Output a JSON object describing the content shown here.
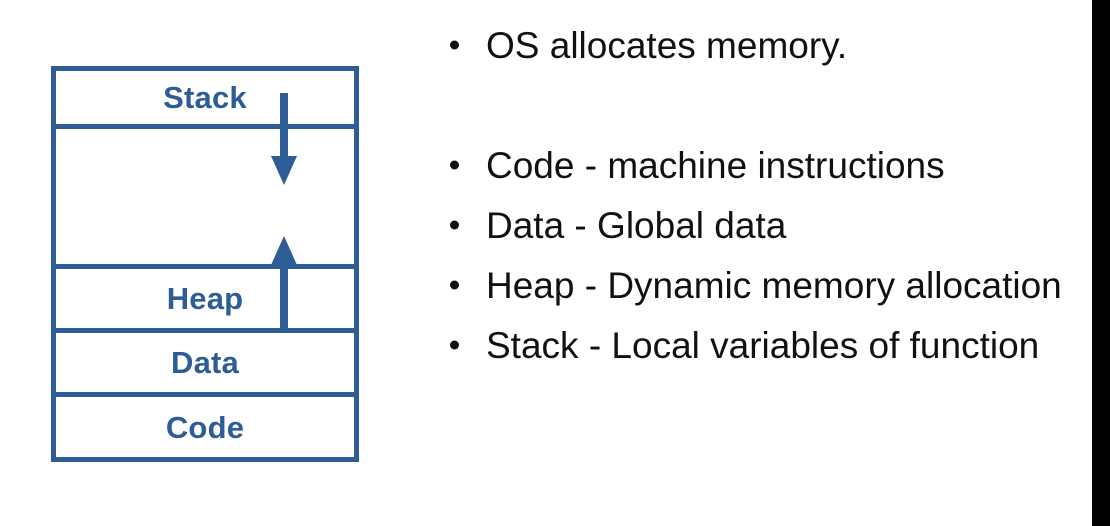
{
  "slide": {
    "background_color": "#ffffff",
    "accent_color": "#2d5c96",
    "text_color": "#111111",
    "edge_bar_color": "#000000"
  },
  "diagram": {
    "name": "process-memory-layout",
    "segments": [
      {
        "id": "stack",
        "label": "Stack"
      },
      {
        "id": "free",
        "label": ""
      },
      {
        "id": "heap",
        "label": "Heap"
      },
      {
        "id": "data",
        "label": "Data"
      },
      {
        "id": "code",
        "label": "Code"
      }
    ],
    "arrows": [
      {
        "id": "stack-grows-down",
        "direction": "down"
      },
      {
        "id": "heap-grows-up",
        "direction": "up"
      }
    ]
  },
  "bullets": [
    {
      "text": "OS allocates memory.",
      "gap_below": true
    },
    {
      "text": "Code - machine instructions",
      "gap_below": false
    },
    {
      "text": "Data - Global data",
      "gap_below": false
    },
    {
      "text": "Heap - Dynamic memory allocation",
      "gap_below": false
    },
    {
      "text": "Stack - Local variables of function",
      "gap_below": false
    }
  ]
}
